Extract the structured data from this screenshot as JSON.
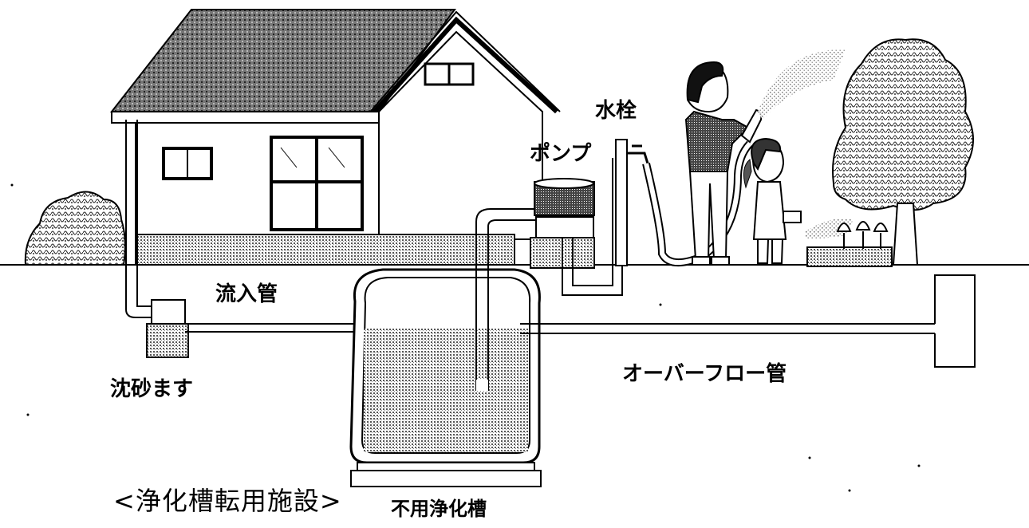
{
  "title": "<浄化槽転用施設>",
  "labels": {
    "suisen": "水栓",
    "pump": "ポンプ",
    "inflow_pipe": "流入管",
    "sand_trap": "沈砂ます",
    "overflow_pipe": "オーバーフロー管",
    "unused_tank": "不用浄化槽"
  },
  "colors": {
    "line": "#000000",
    "stipple": "#6a6a6a",
    "background": "#ffffff"
  }
}
